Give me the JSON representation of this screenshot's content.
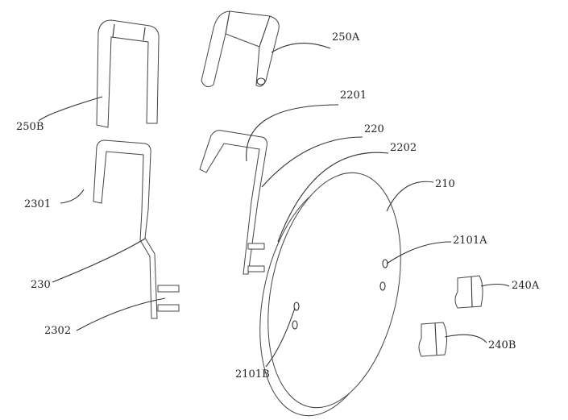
{
  "labels": {
    "l250A": "250A",
    "l250B": "250B",
    "l2201": "2201",
    "l220": "220",
    "l2202": "2202",
    "l210": "210",
    "l2101A": "2101A",
    "l2101B": "2101B",
    "l240A": "240A",
    "l240B": "240B",
    "l2301": "2301",
    "l230": "230",
    "l2302": "2302"
  }
}
